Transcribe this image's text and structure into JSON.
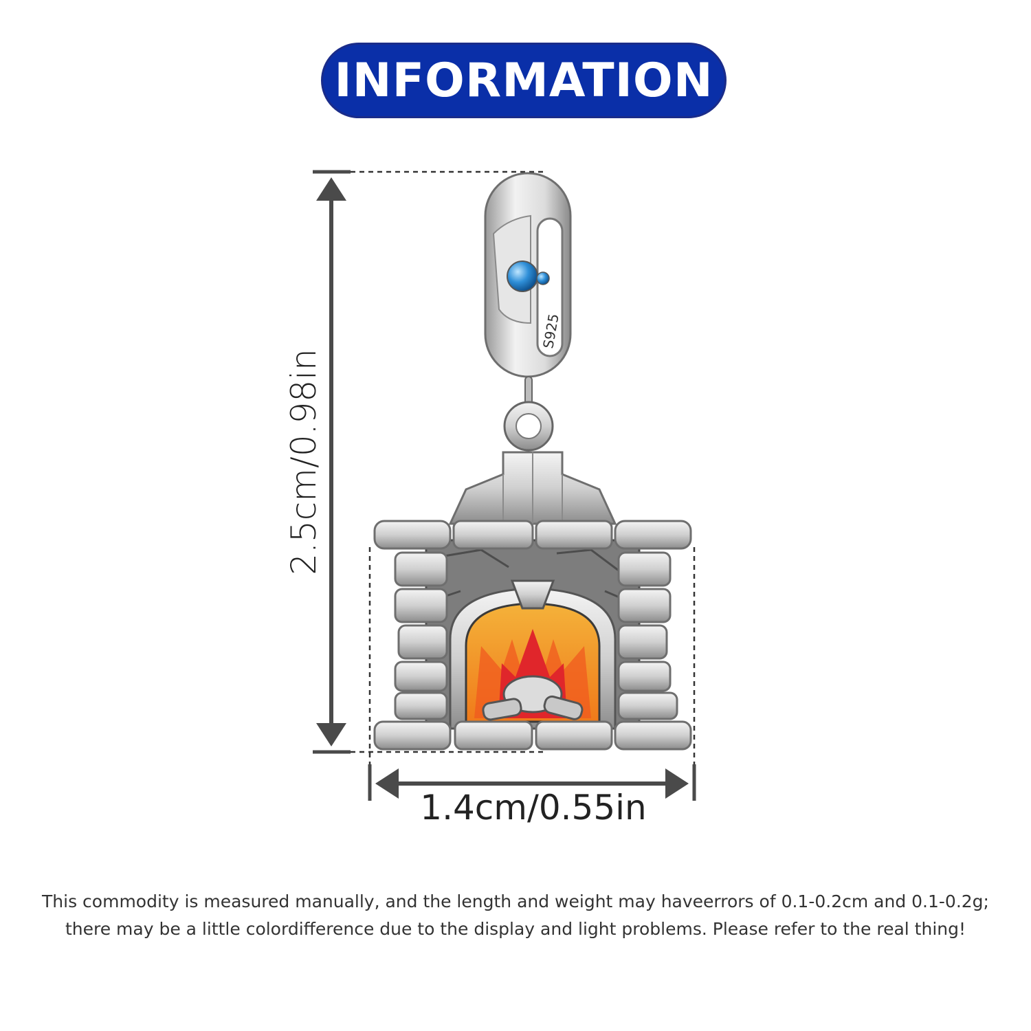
{
  "header": {
    "title": "INFORMATION"
  },
  "dimensions": {
    "height_label": "2.5cm/0.98in",
    "width_label": "1.4cm/0.55in"
  },
  "product": {
    "stamp": "S925"
  },
  "disclaimer": {
    "line1": "This commodity is measured manually, and the length and weight may haveerrors of 0.1-0.2cm and 0.1-0.2g;",
    "line2": "there may be a little colordifference due to the display and light problems. Please refer to the real thing!"
  },
  "colors": {
    "banner": "#0a2fa8",
    "dimension_line": "#4a4a4a",
    "silver": "#d9d9d9",
    "enamel_orange": "#f08a1c",
    "enamel_red": "#e0262b",
    "stone_blue": "#2f8fd8"
  }
}
